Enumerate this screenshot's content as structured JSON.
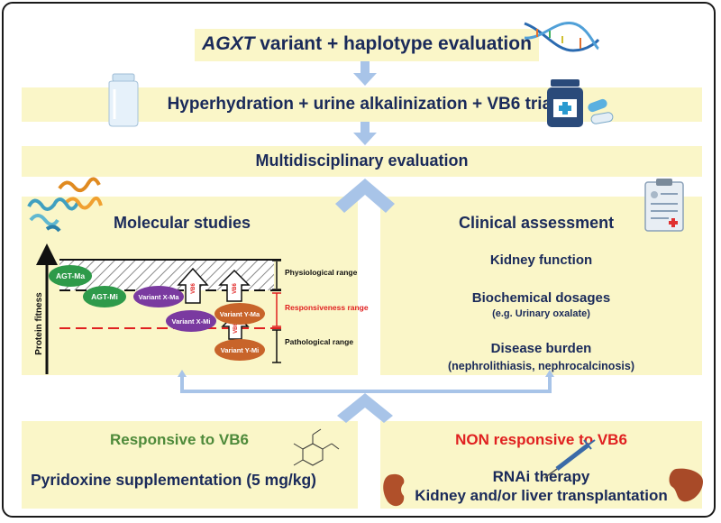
{
  "top": {
    "title_italic": "AGXT",
    "title_rest": " variant + haplotype evaluation"
  },
  "trial": {
    "label": "Hyperhydration + urine alkalinization + VB6 trial"
  },
  "multi": {
    "label": "Multidisciplinary evaluation"
  },
  "molecular": {
    "title": "Molecular studies",
    "y_axis": "Protein fitness",
    "physiological_range": "Physiological range",
    "responsiveness_range": "Responsiveness range",
    "pathological_range": "Pathological range",
    "arrow_label": "VB6",
    "nodes": {
      "agt_ma": "AGT-Ma",
      "agt_mi": "AGT-Mi",
      "variant_x_ma": "Variant X-Ma",
      "variant_x_mi": "Variant X-Mi",
      "variant_y_ma": "Variant Y-Ma",
      "variant_y_mi": "Variant Y-Mi"
    }
  },
  "clinical": {
    "title": "Clinical assessment",
    "kidney": "Kidney function",
    "biochem": "Biochemical dosages",
    "biochem_sub": "(e.g. Urinary oxalate)",
    "disease": "Disease burden",
    "disease_sub": "(nephrolithiasis, nephrocalcinosis)"
  },
  "responsive": {
    "title": "Responsive to VB6",
    "body": "Pyridoxine supplementation (5 mg/kg)"
  },
  "nonresponsive": {
    "title": "NON responsive to VB6",
    "line1": "RNAi therapy",
    "line2": "Kidney and/or liver transplantation"
  },
  "colors": {
    "box_fill": "#faf6c8",
    "dark_text": "#1a2a5a",
    "arrow_blue": "#a8c4e8",
    "green_title": "#4e8a3a",
    "red_title": "#e02020",
    "agt_green": "#2e9a4a",
    "variant_purple": "#7a3aa0",
    "variant_orange": "#c8642a",
    "responsive_red": "#e02020"
  }
}
